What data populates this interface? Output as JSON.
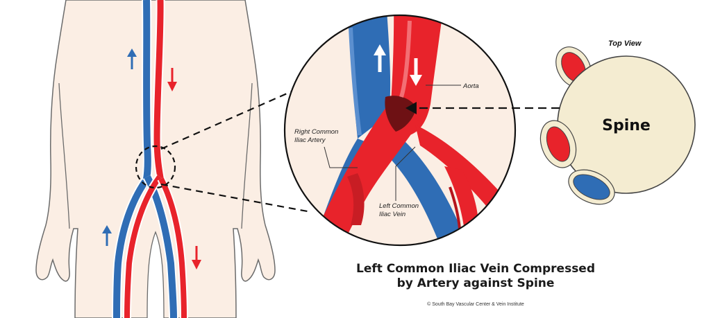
{
  "colors": {
    "artery": "#e8232b",
    "vein": "#2f6db5",
    "skin": "#fbeee4",
    "skin_outline": "#6b6b6b",
    "spine": "#f4ecd1"
  },
  "zoom": {
    "labels": {
      "aorta": "Aorta",
      "right_artery_line1": "Right Common",
      "right_artery_line2": "Iliac Artery",
      "left_vein_line1": "Left Common",
      "left_vein_line2": "Iliac Vein"
    }
  },
  "top_view": {
    "title": "Top View",
    "spine_label": "Spine"
  },
  "caption": {
    "line1": "Left Common Iliac Vein Compressed",
    "line2": "by Artery against Spine"
  },
  "copyright": "© South Bay Vascular Center & Vein Institute"
}
